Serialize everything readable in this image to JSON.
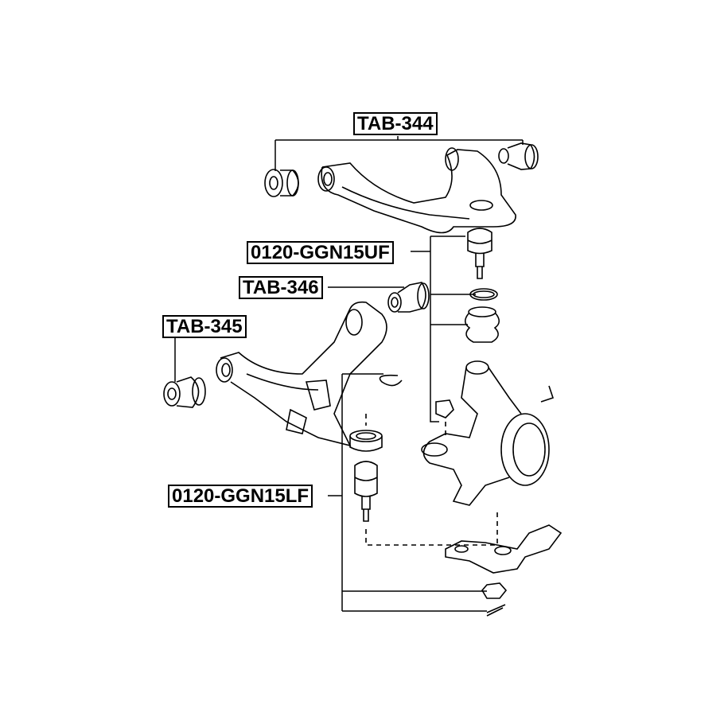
{
  "labels": {
    "upper_arm_bushing": "TAB-344",
    "upper_ball_joint": "0120-GGN15UF",
    "lower_arm_bushing_front": "TAB-346",
    "lower_arm_bushing_rear": "TAB-345",
    "lower_ball_joint": "0120-GGN15LF"
  }
}
